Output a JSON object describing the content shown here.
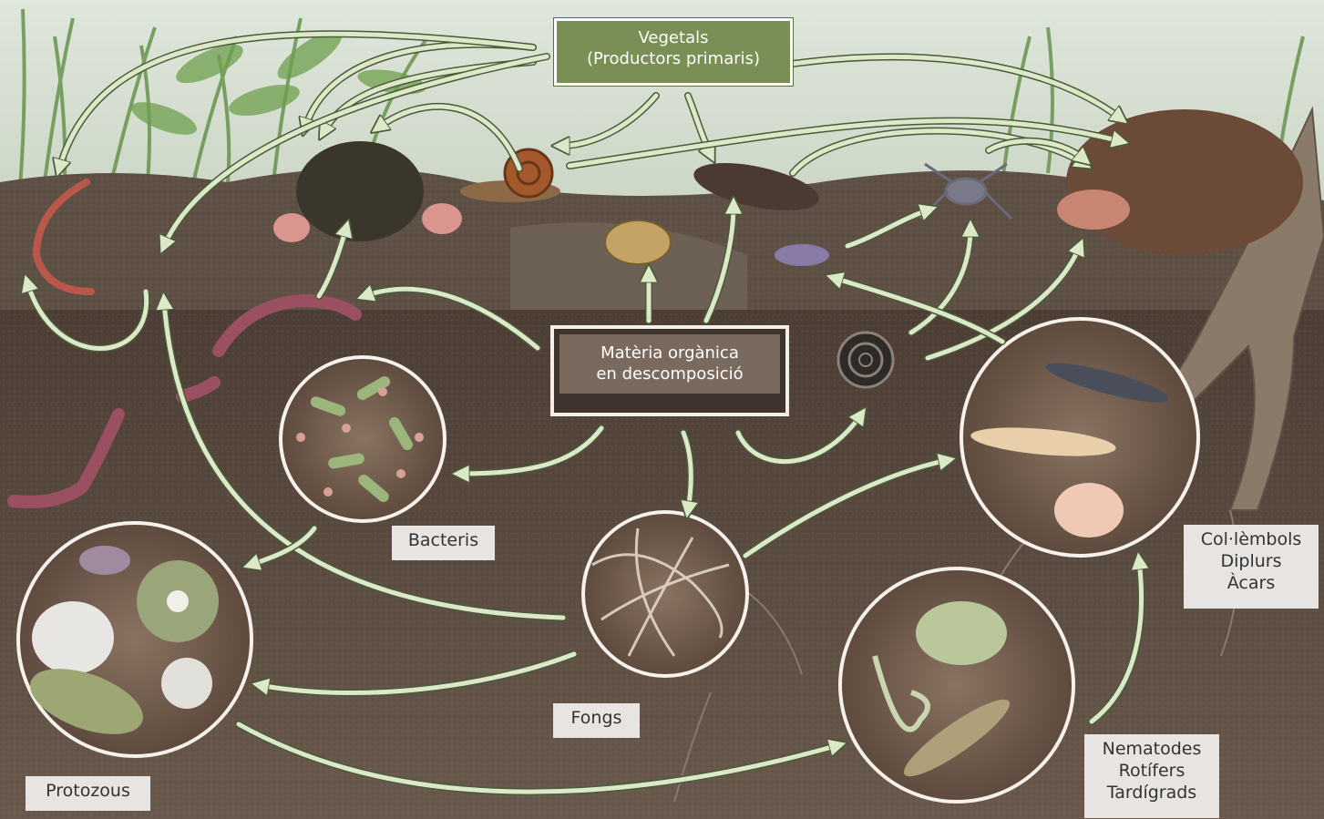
{
  "labels": {
    "plants": [
      "Vegetals",
      "(Productors primaris)"
    ],
    "organic_matter": [
      "Matèria orgànica",
      "en descomposició"
    ],
    "bacteria": "Bacteris",
    "fungi": "Fongs",
    "protozoa": "Protozous",
    "arthropods": [
      "Col·lèmbols",
      "Diplurs",
      "Àcars"
    ],
    "micro_fauna": [
      "Nematodes",
      "Rotífers",
      "Tardígrads"
    ]
  },
  "colors": {
    "arrow": "#dbe9c8",
    "arrow_outline": "#4c5a3a",
    "plants_box": "#7a8f56",
    "organic_box": "#7a6a5d",
    "label_box": "#e7e4e1",
    "soil": "#5b4c41",
    "sky": "#e6ebe3"
  }
}
